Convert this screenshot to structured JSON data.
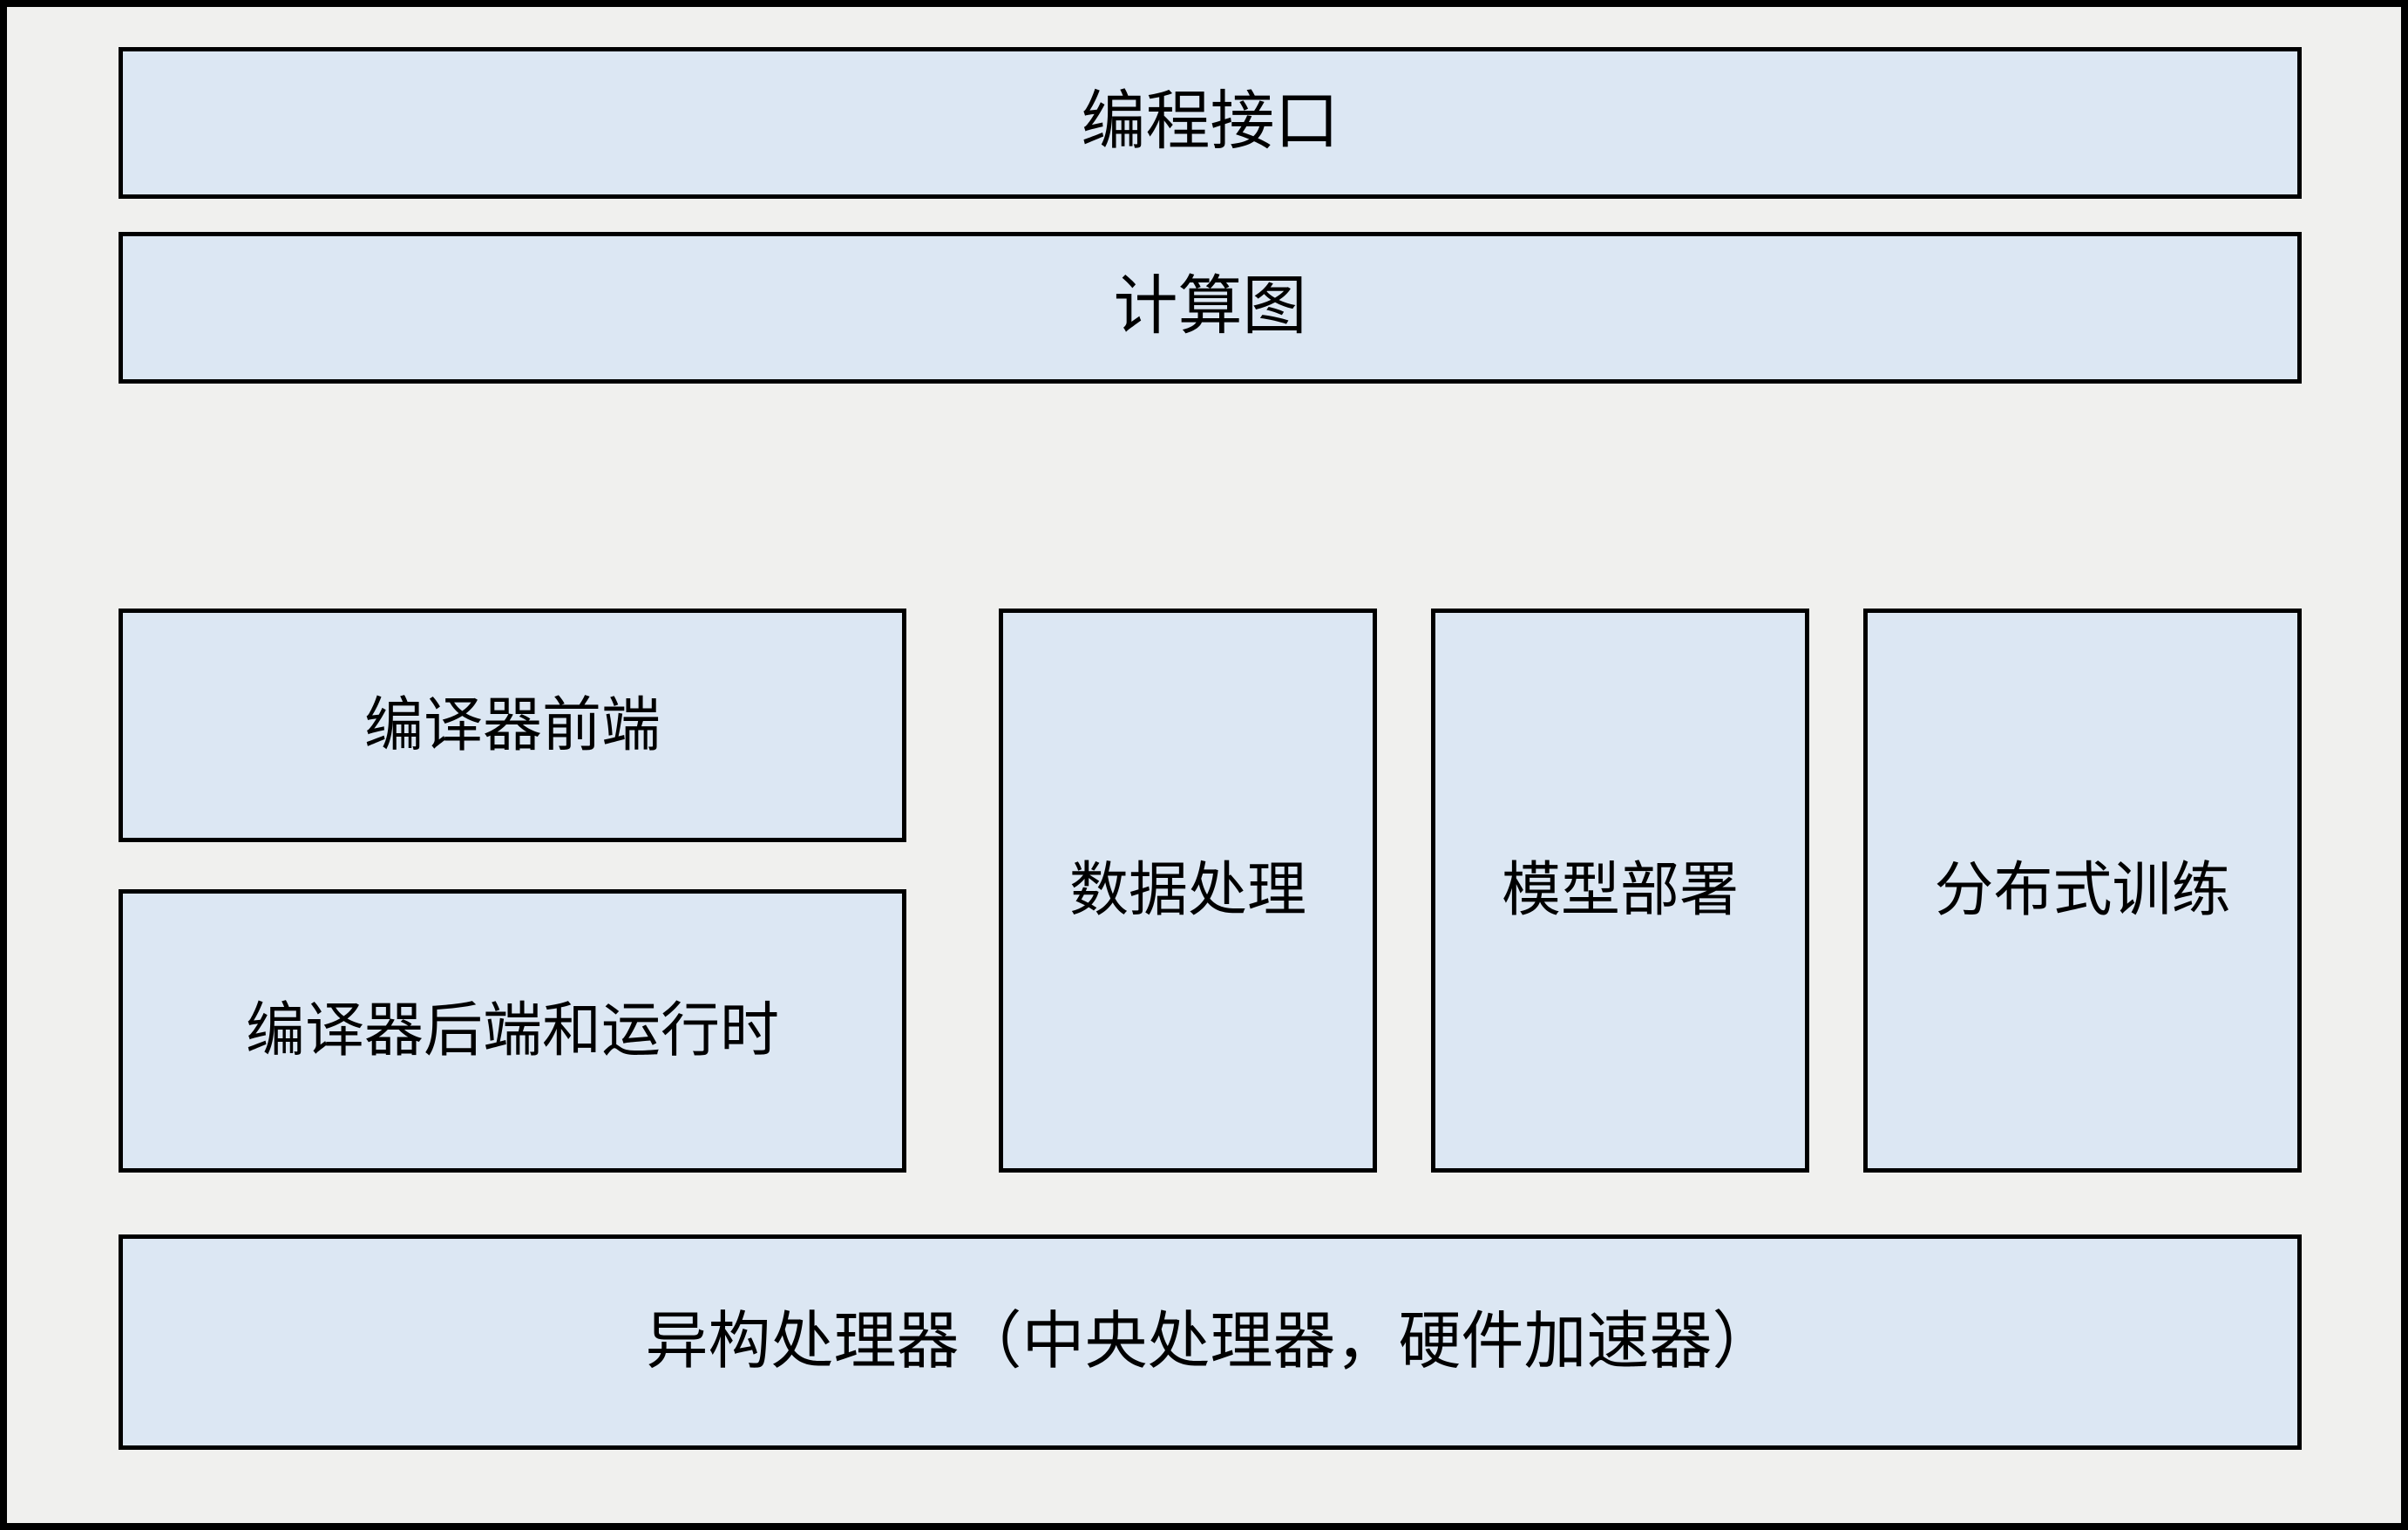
{
  "diagram": {
    "title": "AI framework architecture stack",
    "background_color": "#f0f0ee",
    "outer_border_color": "#000000",
    "box_fill_color": "#dce7f3",
    "box_border_color": "#000000",
    "text_color": "#000000",
    "layers": {
      "programming_interface": {
        "label": "编程接口"
      },
      "computational_graph": {
        "label": "计算图"
      },
      "compiler_frontend": {
        "label": "编译器前端"
      },
      "compiler_backend_runtime": {
        "label": "编译器后端和运行时"
      },
      "data_processing": {
        "label": "数据处理"
      },
      "model_deployment": {
        "label": "模型部署"
      },
      "distributed_training": {
        "label": "分布式训练"
      },
      "heterogeneous_processors": {
        "label": "异构处理器（中央处理器，硬件加速器）"
      }
    }
  }
}
